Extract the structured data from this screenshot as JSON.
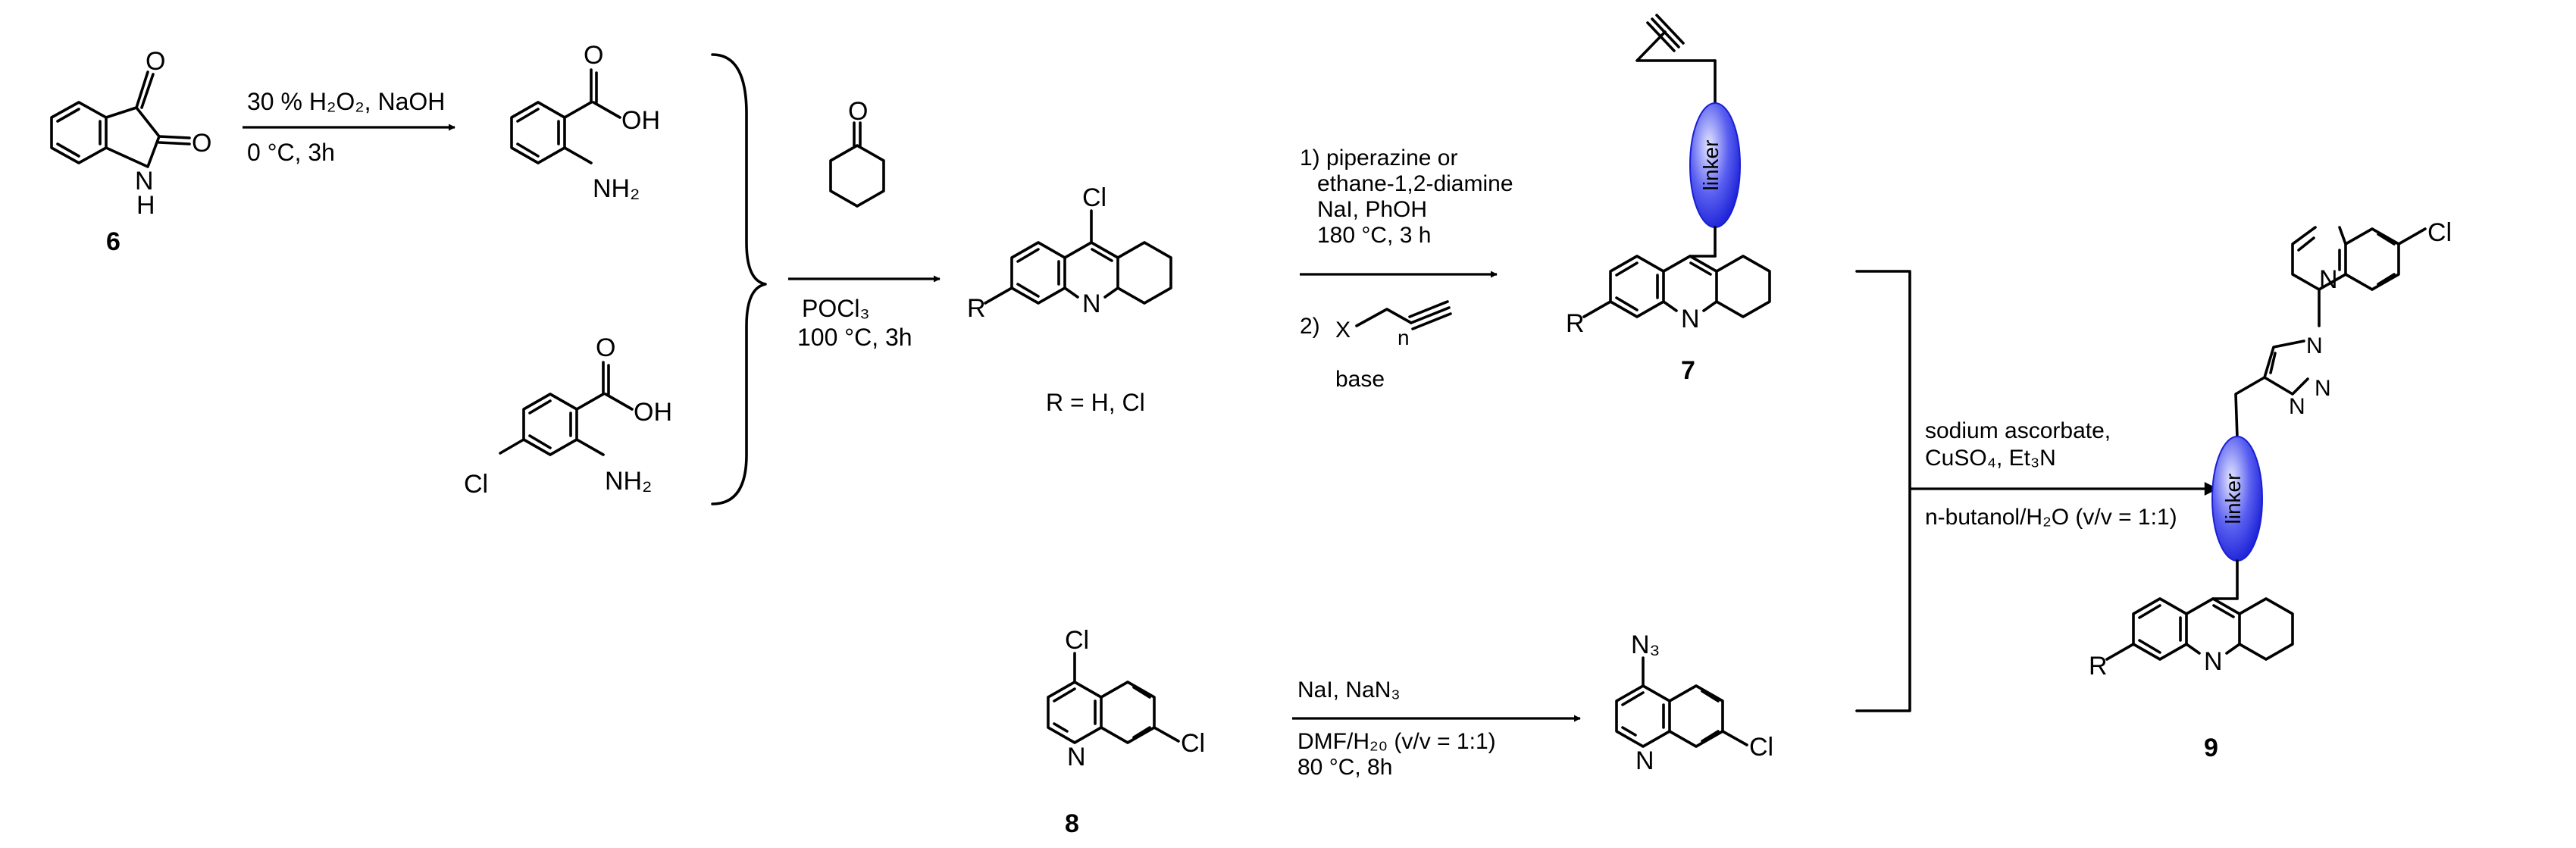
{
  "compounds": {
    "isatin_number": "6",
    "isatin_o1": "O",
    "isatin_o2": "O",
    "isatin_n": "N",
    "isatin_h": "H",
    "anthranilic_o": "O",
    "anthranilic_oh": "OH",
    "anthranilic_nh2": "NH₂",
    "chloroanthranilic_o": "O",
    "chloroanthranilic_oh": "OH",
    "chloroanthranilic_nh2": "NH₂",
    "chloroanthranilic_cl": "Cl",
    "cyclohexanone_o": "O",
    "tacrine_cl": "Cl",
    "tacrine_r": "R",
    "tacrine_n": "N",
    "tacrine_r_definition": "R = H, Cl",
    "alkyne_tacrine_number": "7",
    "alkyne_tacrine_r": "R",
    "alkyne_tacrine_n": "N",
    "linker_label_1": "linker",
    "dichloroquinoline_number": "8",
    "dichloroquinoline_cl4": "Cl",
    "dichloroquinoline_cl7": "Cl",
    "dichloroquinoline_n": "N",
    "azidoquinoline_n3": "N₃",
    "azidoquinoline_n": "N",
    "azidoquinoline_cl": "Cl",
    "product_number": "9",
    "product_quinoline_n": "N",
    "product_cl": "Cl",
    "triazole_n1": "N",
    "triazole_n2": "N",
    "triazole_n3": "N",
    "linker_label_2": "linker",
    "product_r": "R",
    "product_acridine_n": "N"
  },
  "conditions": {
    "step1_reagents": "30 % H₂O₂, NaOH",
    "step1_temp": "0 °C, 3h",
    "step2_reagent": "POCl₃",
    "step2_temp": "100 °C, 3h",
    "step3_line1": "1) piperazine or",
    "step3_line2": "ethane-1,2-diamine",
    "step3_line3": "NaI, PhOH",
    "step3_line4": "180 °C, 3 h",
    "step3b_prefix": "2)",
    "step3b_x": "X",
    "step3b_n": "n",
    "step3b_base": "base",
    "step4_reagents": "NaI, NaN₃",
    "step4_solvent": "DMF/H₂₀ (v/v = 1:1)",
    "step4_temp": "80 °C, 8h",
    "step5_line1": "sodium ascorbate,",
    "step5_line2": "CuSO₄, Et₃N",
    "step5_solvent": "n-butanol/H₂O (v/v = 1:1)"
  },
  "colors": {
    "linker_light": "#d9dcff",
    "linker_dark": "#1a1fd6",
    "ink": "#000000"
  }
}
